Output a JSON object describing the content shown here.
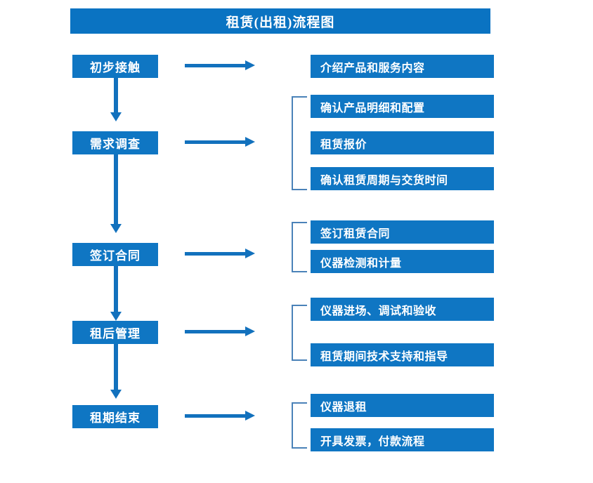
{
  "diagram": {
    "title": "租赁(出租)流程图",
    "accent_color": "#0f76c3",
    "title_bar_color": "#0a73c2",
    "arrow_color": "#1271bd",
    "bracket_color": "#4a82b8",
    "stages": [
      {
        "label": "初步接触",
        "details": [
          "介绍产品和服务内容"
        ],
        "bracketed": false
      },
      {
        "label": "需求调查",
        "details": [
          "确认产品明细和配置",
          "租赁报价",
          "确认租赁周期与交货时间"
        ],
        "bracketed": true
      },
      {
        "label": "签订合同",
        "details": [
          "签订租赁合同",
          "仪器检测和计量"
        ],
        "bracketed": true
      },
      {
        "label": "租后管理",
        "details": [
          "仪器进场、调试和验收",
          "租赁期间技术支持和指导"
        ],
        "bracketed": true
      },
      {
        "label": "租期结束",
        "details": [
          "仪器退租",
          "开具发票，付款流程"
        ],
        "bracketed": true
      }
    ]
  }
}
